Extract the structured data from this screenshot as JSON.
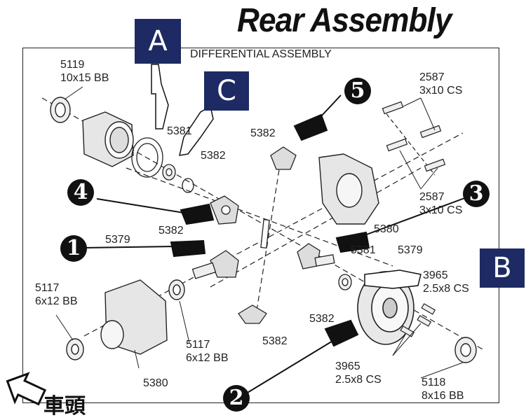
{
  "title": "Rear Assembly",
  "subtitle": "DIFFERENTIAL ASSEMBLY",
  "markers": {
    "a": "A",
    "b": "B",
    "c": "C"
  },
  "steps": {
    "s1": "1",
    "s2": "2",
    "s3": "3",
    "s4": "4",
    "s5": "5"
  },
  "direction_text": "車頭",
  "parts": {
    "p5119": {
      "num": "5119",
      "desc": "10x15 BB"
    },
    "p5381_top": {
      "num": "5381"
    },
    "p5382_top": {
      "num": "5382"
    },
    "p5382_gear": {
      "num": "5382"
    },
    "p2587_top": {
      "num": "2587",
      "desc": "3x10 CS"
    },
    "p2587_mid": {
      "num": "2587",
      "desc": "3x10 CS"
    },
    "p5382_left": {
      "num": "5382"
    },
    "p5379_left": {
      "num": "5379"
    },
    "p5380_right": {
      "num": "5380"
    },
    "p5381_right": {
      "num": "5381"
    },
    "p5379_right": {
      "num": "5379"
    },
    "p3965_right": {
      "num": "3965",
      "desc": "2.5x8 CS"
    },
    "p5117_left": {
      "num": "5117",
      "desc": "6x12 BB"
    },
    "p5382_center": {
      "num": "5382"
    },
    "p5117_mid": {
      "num": "5117",
      "desc": "6x12 BB"
    },
    "p5382_bottom": {
      "num": "5382"
    },
    "p3965_bottom": {
      "num": "3965",
      "desc": "2.5x8 CS"
    },
    "p5380_bottom": {
      "num": "5380"
    },
    "p5118": {
      "num": "5118",
      "desc": "8x16 BB"
    }
  }
}
